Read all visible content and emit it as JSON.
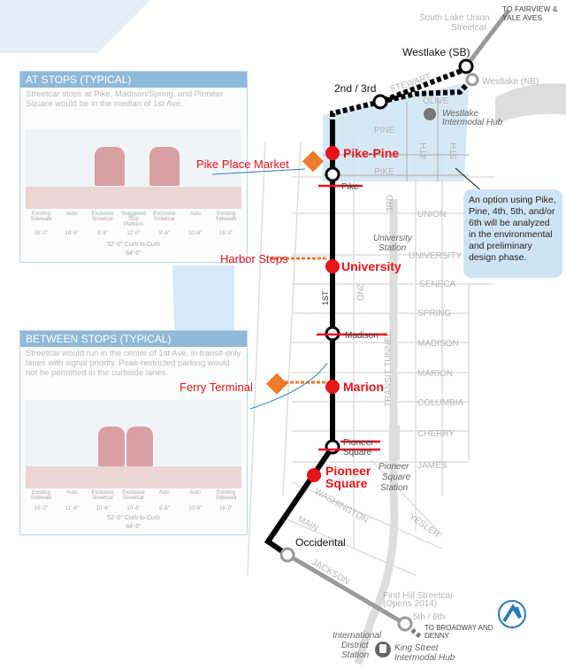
{
  "colors": {
    "route": "#000000",
    "new_station": "#e8141b",
    "orange": "#ee7a2b",
    "highlight": "#cfe4f2",
    "existing": "#9a9a9a"
  },
  "insets": [
    {
      "title": "AT STOPS (TYPICAL)",
      "desc": "Streetcar stops at Pike, Madison/Spring, and Pioneer Square would be in the median of 1st Ave.",
      "lanes": [
        "Existing Sidewalk",
        "Auto",
        "Exclusive Streetcar",
        "Staggered Stop Platform",
        "Exclusive Streetcar",
        "Auto",
        "Existing Sidewalk"
      ],
      "widths": [
        "16'-0\"",
        "10'-6\"",
        "9'-6\"",
        "12'-0\"",
        "9'-6\"",
        "10'-6\"",
        "16'-0\""
      ],
      "curb": "52'-0\" Curb to Curb",
      "total": "84'-0\""
    },
    {
      "title": "BETWEEN STOPS (TYPICAL)",
      "desc": "Streetcar would run in the center of 1st Ave, in transit-only lanes with signal priority. Peak-restricted parking would not be permitted in the curbside lanes.",
      "lanes": [
        "Existing Sidewalk",
        "Auto",
        "Exclusive Streetcar",
        "Exclusive Streetcar",
        "Auto",
        "Auto",
        "Existing Sidewalk"
      ],
      "widths": [
        "16'-0\"",
        "11'-6\"",
        "10'-6\"",
        "10'-6\"",
        "9'-6\"",
        "10'-6\"",
        "16'-0\""
      ],
      "curb": "52'-0\" Curb to Curb",
      "total": "84'-0\""
    }
  ],
  "stations": {
    "westlake_sb": "Westlake (SB)",
    "westlake_nb": "Westlake (NB)",
    "second_third": "2nd / 3rd",
    "occidental": "Occidental",
    "fifth_sixth": "5th / 6th",
    "pike_pine": "Pike-Pine",
    "university": "University",
    "marion": "Marion",
    "pioneer_square_new": [
      "Pioneer",
      "Square"
    ],
    "removed": {
      "pike": "Pike",
      "madison": "Madison",
      "pioneer": [
        "Pioneer",
        "Square"
      ]
    }
  },
  "connections": {
    "pike_place": "Pike Place Market",
    "harbor_steps": "Harbor Steps",
    "ferry": "Ferry Terminal"
  },
  "labels": {
    "slu": [
      "South Lake Union",
      "Streetcar"
    ],
    "to_fairview": [
      "TO FAIRVIEW &",
      "YALE AVES"
    ],
    "westlake_hub": [
      "Westlake",
      "Intermodal Hub"
    ],
    "university_station": [
      "University",
      "Station"
    ],
    "pioneer_station": [
      "Pioneer",
      "Square",
      "Station"
    ],
    "first_hill": [
      "First Hill Streetcar",
      "(Opens 2014)"
    ],
    "to_broadway": [
      "TO BROADWAY AND",
      "DENNY"
    ],
    "intl_district": [
      "International",
      "District",
      "Station"
    ],
    "king_street": [
      "King Street",
      "Intermodal Hub"
    ],
    "tunnel": "TRANSIT TUNNEL"
  },
  "streets": {
    "stewart": "STEWART",
    "olive": "OLIVE",
    "pine": "PINE",
    "pike": "PIKE",
    "fourth": "4TH",
    "fifth": "5TH",
    "union": "UNION",
    "university": "UNIVERSITY",
    "seneca": "SENECA",
    "spring": "SPRING",
    "madison": "MADISON",
    "marion": "MARION",
    "columbia": "COLUMBIA",
    "cherry": "CHERRY",
    "james": "JAMES",
    "yesler": "YESLER",
    "washington": "WASHINGTON",
    "main": "MAIN",
    "jackson": "JACKSON",
    "first": "1ST",
    "second": "2ND",
    "third": "3RD"
  },
  "callout": "An option using Pike, Pine, 4th, 5th, and/or 6th will be analyzed in the environmental and preliminary design phase."
}
